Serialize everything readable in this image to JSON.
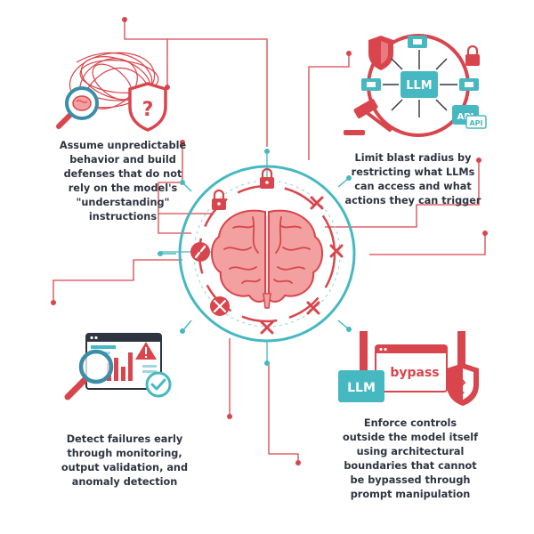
{
  "colors": {
    "red": "#d9454c",
    "teal": "#46b8c1",
    "brain_fill": "#f2a0a0",
    "dark": "#2e3440"
  },
  "panels": [
    {
      "id": "top-left",
      "icons": [
        "tangled-lines-icon",
        "magnifier-brain-icon",
        "shield-question-icon"
      ],
      "caption_lines": [
        "Assume unpredictable",
        "behavior and build",
        "defenses that do not",
        "rely on the model's",
        "\"understanding\"",
        "instructions"
      ]
    },
    {
      "id": "top-right",
      "icons": [
        "shield-icon",
        "lock-icon",
        "gavel-icon",
        "api-icon"
      ],
      "llm_label": "LLM",
      "api_label": "API",
      "caption_lines": [
        "Limit blast radius by",
        "restricting what LLMs",
        "can access and what",
        "actions they can trigger"
      ]
    },
    {
      "id": "bottom-left",
      "icons": [
        "dashboard-chart-icon",
        "warning-icon",
        "magnifier-icon",
        "checkmark-icon"
      ],
      "caption_lines": [
        "Detect failures early",
        "through monitoring,",
        "output validation, and",
        "anomaly detection"
      ]
    },
    {
      "id": "bottom-right",
      "icons": [
        "llm-box-icon",
        "browser-window-icon",
        "shield-icon"
      ],
      "llm_label": "LLM",
      "bypass_label": "bypass",
      "caption_lines": [
        "Enforce controls",
        "outside the model itself",
        "using architectural",
        "boundaries that cannot",
        "be bypassed through",
        "prompt manipulation"
      ]
    }
  ],
  "center": {
    "icons": [
      "brain-icon",
      "lock-icon",
      "lock-icon",
      "x-mark-icon",
      "x-mark-icon",
      "x-mark-icon",
      "x-mark-icon",
      "broken-link-icon",
      "no-tool-icon"
    ]
  }
}
